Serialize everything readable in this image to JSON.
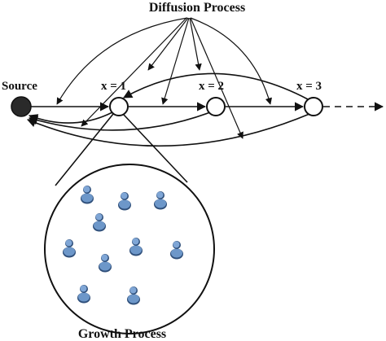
{
  "labels": {
    "diffusion": "Diffusion Process",
    "source": "Source",
    "x1": "x = 1",
    "x2": "x = 2",
    "x3": "x = 3",
    "growth": "Growth Process"
  },
  "colors": {
    "line": "#111111",
    "source_fill": "#2a2a2a",
    "node_fill": "#ffffff",
    "person_body": "#6d97c9",
    "person_shadow": "#2f4f7a"
  },
  "people_count": 10
}
